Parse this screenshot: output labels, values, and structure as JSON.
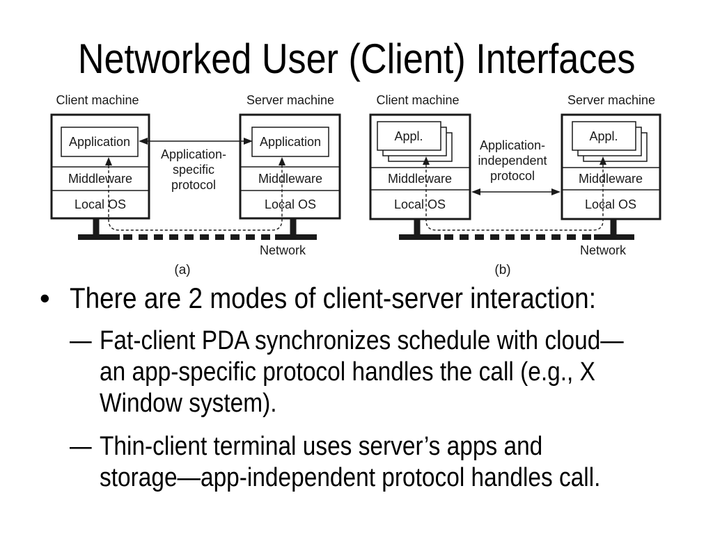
{
  "slide": {
    "title": "Networked User (Client) Interfaces",
    "colors": {
      "background": "#ffffff",
      "text": "#000000",
      "diagram": "#1a1a1a"
    }
  },
  "figure": {
    "panel_a": {
      "caption": "(a)",
      "client_machine_label": "Client machine",
      "server_machine_label": "Server machine",
      "application_label": "Application",
      "middleware_label": "Middleware",
      "local_os_label": "Local OS",
      "protocol_lines": [
        "Application-",
        "specific",
        "protocol"
      ],
      "network_label": "Network"
    },
    "panel_b": {
      "caption": "(b)",
      "client_machine_label": "Client machine",
      "server_machine_label": "Server machine",
      "appl_label": "Appl.",
      "middleware_label": "Middleware",
      "local_os_label": "Local OS",
      "protocol_lines": [
        "Application-",
        "independent",
        "protocol"
      ],
      "network_label": "Network"
    }
  },
  "bullets": {
    "main": {
      "marker": "•",
      "text": "There are 2 modes of client-server interaction:"
    },
    "sub": [
      {
        "marker": "–",
        "lines": [
          "Fat-client PDA synchronizes schedule with cloud—",
          "an app-specific protocol handles the call (e.g., X",
          "Window system)."
        ]
      },
      {
        "marker": "–",
        "lines": [
          "Thin-client terminal uses server’s apps and",
          "storage—app-independent protocol handles call."
        ]
      }
    ]
  }
}
